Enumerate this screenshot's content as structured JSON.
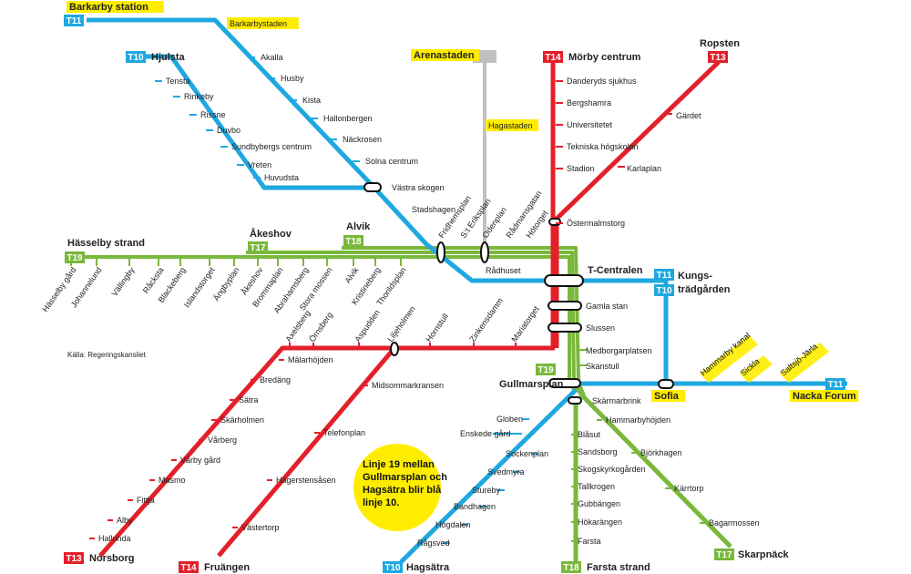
{
  "colors": {
    "blue": "#1fa8e0",
    "red": "#e3202a",
    "green": "#79b83b",
    "gray": "#c0c0c0",
    "highlight": "#ffed00"
  },
  "source": "Källa: Regeringskansliet",
  "note": [
    "Linje 19 mellan",
    "Gullmarsplan och",
    "Hagsätra blir blå",
    "linje 10."
  ],
  "lines": [
    {
      "id": "T10",
      "color": "blue"
    },
    {
      "id": "T11",
      "color": "blue"
    },
    {
      "id": "T13",
      "color": "red"
    },
    {
      "id": "T14",
      "color": "red"
    },
    {
      "id": "T17",
      "color": "green"
    },
    {
      "id": "T18",
      "color": "green"
    },
    {
      "id": "T19",
      "color": "green"
    }
  ],
  "badges": [
    "T11",
    "T10",
    "T14",
    "T13",
    "T19",
    "T17",
    "T18",
    "T11",
    "T10",
    "T11",
    "T19",
    "T13",
    "T14",
    "T10",
    "T18",
    "T17"
  ],
  "termini": [
    "Barkarby station",
    "Hjulsta",
    "Mörby centrum",
    "Ropsten",
    "Åkeshov",
    "Alvik",
    "Hässelby strand",
    "T-Centralen",
    "Kungs-",
    "trädgården",
    "Gullmarsplan",
    "Nacka Forum",
    "Norsborg",
    "Fruängen",
    "Hagsätra",
    "Farsta strand",
    "Skarpnäck",
    "Arenastaden"
  ],
  "new_stations": [
    "Barkarbystaden",
    "Hagastaden",
    "Hammarby kanal",
    "Sickla",
    "Saltsjö-Järla",
    "Sofia"
  ],
  "stations": {
    "t11_north": [
      "Akalla",
      "Husby",
      "Kista",
      "Hallonbergen",
      "Näckrosen",
      "Solna centrum",
      "Västra skogen",
      "Stadshagen",
      "Fridhemsplan",
      "S:t Eriksplan",
      "Odenplan",
      "Rådmansgatan",
      "Hötorget",
      "Rådhuset"
    ],
    "t10_north": [
      "Tensta",
      "Rinkeby",
      "Rissne",
      "Duvbo",
      "Sundbybergs centrum",
      "Vreten",
      "Huvudsta"
    ],
    "t14_north": [
      "Danderyds sjukhus",
      "Bergshamra",
      "Universitetet",
      "Tekniska högskolan",
      "Stadion",
      "Östermalmstorg"
    ],
    "t13_north": [
      "Gärdet",
      "Karlaplan"
    ],
    "green_west": [
      "Hässelby gård",
      "Johannelund",
      "Vällingby",
      "Råcksta",
      "Blackeberg",
      "Islandstorget",
      "Ängbyplan",
      "Åkeshov",
      "Brommaplan",
      "Abrahamsberg",
      "Stora mossen",
      "Alvik",
      "Kristineberg",
      "Thorildsplan"
    ],
    "center": [
      "Gamla stan",
      "Slussen",
      "Medborgarplatsen",
      "Skanstull",
      "Skärmarbrink"
    ],
    "red_southwest": [
      "Axelsberg",
      "Örnsberg",
      "Aspudden",
      "Liljeholmen",
      "Hornstull",
      "Zinkensdamm",
      "Mariatorget"
    ],
    "t13_south": [
      "Mälarhöjden",
      "Bredäng",
      "Sätra",
      "Skärholmen",
      "Vårberg",
      "Vårby gård",
      "Masmo",
      "Fittja",
      "Alby",
      "Hallunda"
    ],
    "t14_south": [
      "Midsommarkransen",
      "Telefonplan",
      "Hägerstensåsen",
      "Västertorp"
    ],
    "t10_south": [
      "Globen",
      "Enskede gård",
      "Sockenplan",
      "Svedmyra",
      "Stureby",
      "Bandhagen",
      "Högdalen",
      "Rågsved"
    ],
    "t18_south": [
      "Blåsut",
      "Sandsborg",
      "Skogskyrkogården",
      "Tallkrogen",
      "Gubbängen",
      "Hökarängen",
      "Farsta"
    ],
    "t17_south": [
      "Hammarbyhöjden",
      "Björkhagen",
      "Kärrtorp",
      "Bagarmossen"
    ]
  }
}
